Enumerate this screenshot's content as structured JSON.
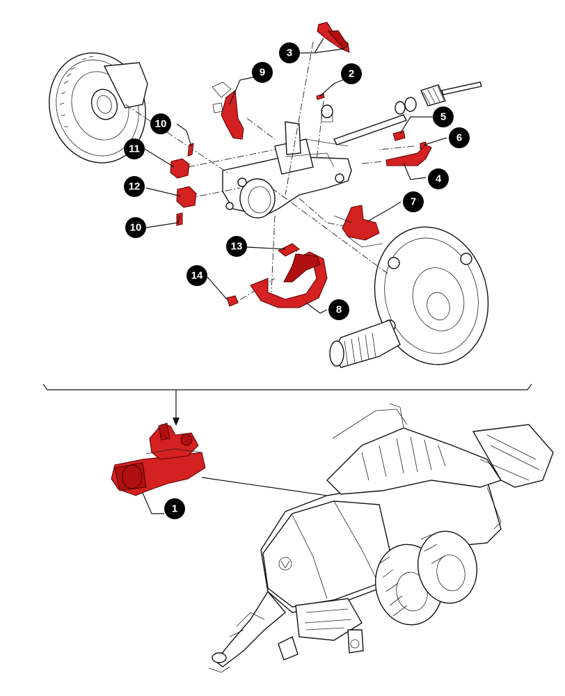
{
  "callouts": [
    {
      "id": "c1",
      "label": "1"
    },
    {
      "id": "c2",
      "label": "2"
    },
    {
      "id": "c3",
      "label": "3"
    },
    {
      "id": "c4",
      "label": "4"
    },
    {
      "id": "c5",
      "label": "5"
    },
    {
      "id": "c6",
      "label": "6"
    },
    {
      "id": "c7",
      "label": "7"
    },
    {
      "id": "c8",
      "label": "8"
    },
    {
      "id": "c9",
      "label": "9"
    },
    {
      "id": "c10a",
      "label": "10"
    },
    {
      "id": "c10b",
      "label": "10"
    },
    {
      "id": "c11",
      "label": "11"
    },
    {
      "id": "c12",
      "label": "12"
    },
    {
      "id": "c13",
      "label": "13"
    },
    {
      "id": "c14",
      "label": "14"
    }
  ],
  "colors": {
    "highlight": "#d42121",
    "callout_fill": "#000000",
    "callout_text": "#ffffff",
    "line": "#111111"
  }
}
